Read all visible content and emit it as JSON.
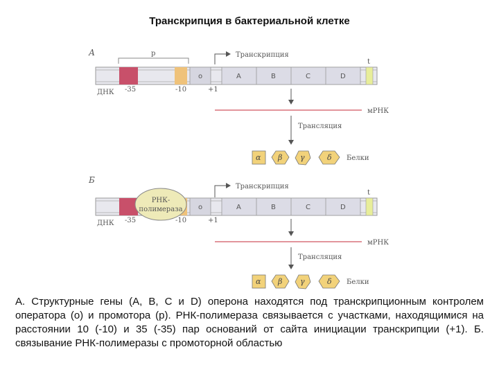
{
  "title": "Транскрипция в бактериальной клетке",
  "panel_a": {
    "letter": "А",
    "promoter_label": "p",
    "transcription": "Транскрипция",
    "dna": "ДНК",
    "pos_minus35": "-35",
    "pos_minus10": "-10",
    "pos_plus1": "+1",
    "operator": "o",
    "genes": [
      "A",
      "B",
      "C",
      "D"
    ],
    "terminator": "t",
    "mrna": "мРНК",
    "translation": "Трансляция",
    "proteins": [
      "α",
      "β",
      "γ",
      "δ"
    ],
    "proteins_label": "Белки"
  },
  "panel_b": {
    "letter": "Б",
    "transcription": "Транскрипция",
    "polymerase_line1": "РНК-",
    "polymerase_line2": "полимераза",
    "dna": "ДНК",
    "pos_minus35": "-35",
    "pos_minus10": "-10",
    "pos_plus1": "+1",
    "operator": "o",
    "genes": [
      "A",
      "B",
      "C",
      "D"
    ],
    "terminator": "t",
    "mrna": "мРНК",
    "translation": "Трансляция",
    "proteins": [
      "α",
      "β",
      "γ",
      "δ"
    ],
    "proteins_label": "Белки"
  },
  "caption": "А. Структурные гены (А, В, С и D) оперона находятся под транскрипционным контролем оператора (о) и промотора (р). РНК-полимераза связывается с участками, находящимися на расстоянии 10 (-10) и 35 (-35) пар оснований от сайта инициации транскрипции (+1). Б. связывание РНК-полимеразы с промоторной областью",
  "colors": {
    "dna_fill": "#e8e8ee",
    "minus35_box": "#c8506a",
    "minus10_box": "#efc27a",
    "terminator_box": "#e8ee9a",
    "mrna_line": "#d9707a",
    "polymerase_fill": "#eeeab8",
    "protein_fill": "#f2d27a"
  }
}
